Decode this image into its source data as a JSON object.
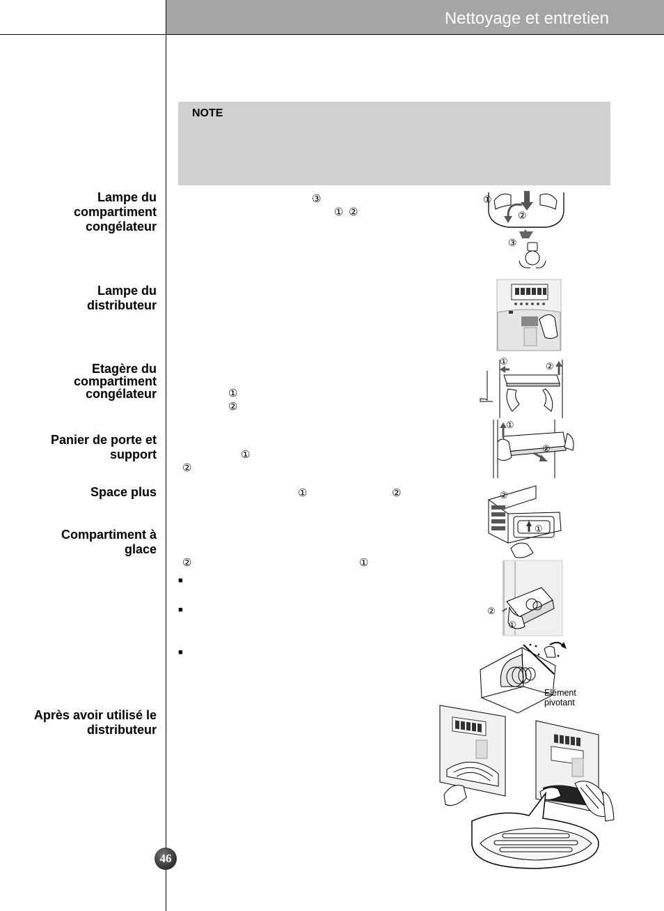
{
  "header": {
    "title": "Nettoyage et entretien",
    "bar_color": "#a5a5a5"
  },
  "note": {
    "label": "NOTE"
  },
  "sections": [
    {
      "id": "lampe-congelateur",
      "label": "Lampe du compartiment congélateur"
    },
    {
      "id": "lampe-distributeur",
      "label": "Lampe du distributeur"
    },
    {
      "id": "etagere-congelateur",
      "label": "Etagère du compartiment congélateur"
    },
    {
      "id": "panier-porte",
      "label": "Panier de porte et support"
    },
    {
      "id": "space-plus",
      "label": "Space plus"
    },
    {
      "id": "compartiment-glace",
      "label": "Compartiment à glace"
    },
    {
      "id": "apres-distributeur",
      "label": "Après avoir utilisé le distributeur"
    }
  ],
  "markers": {
    "one": "①",
    "two": "②",
    "three": "③",
    "bullet": "■"
  },
  "figure_labels": {
    "pivot": "Elément pivotant"
  },
  "page_number": "46"
}
